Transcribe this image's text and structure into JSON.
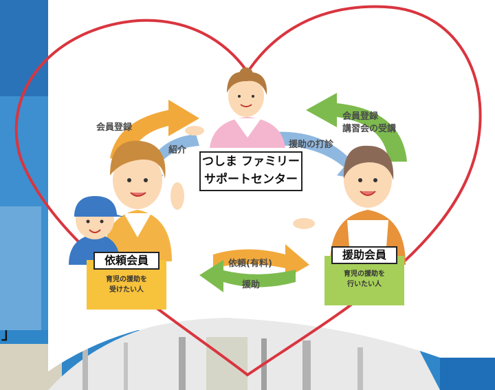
{
  "center": {
    "line1": "つしま ファミリー",
    "line2": "サポートセンター"
  },
  "labels": {
    "left_register": "会員登録",
    "introduce": "紹介",
    "support_meeting": "援助の打診",
    "right_register_line1": "会員登録",
    "right_register_line2": "講習会の受講",
    "request_paid": "依頼(有料)",
    "support": "援助"
  },
  "requester": {
    "title": "依頼会員",
    "desc_line1": "育児の援助を",
    "desc_line2": "受けたい人"
  },
  "supporter": {
    "title": "援助会員",
    "desc_line1": "育児の援助を",
    "desc_line2": "行いたい人"
  },
  "left_edge_text": "」",
  "colors": {
    "heart": "#d9353f",
    "orange_arrow": "#f2a93b",
    "blue_arrow": "#8fb8e0",
    "green_arrow": "#7dbb4e",
    "requester_box": "#f7c23c",
    "supporter_box": "#a6cf5a",
    "sky_blue": "#2f86c9"
  }
}
